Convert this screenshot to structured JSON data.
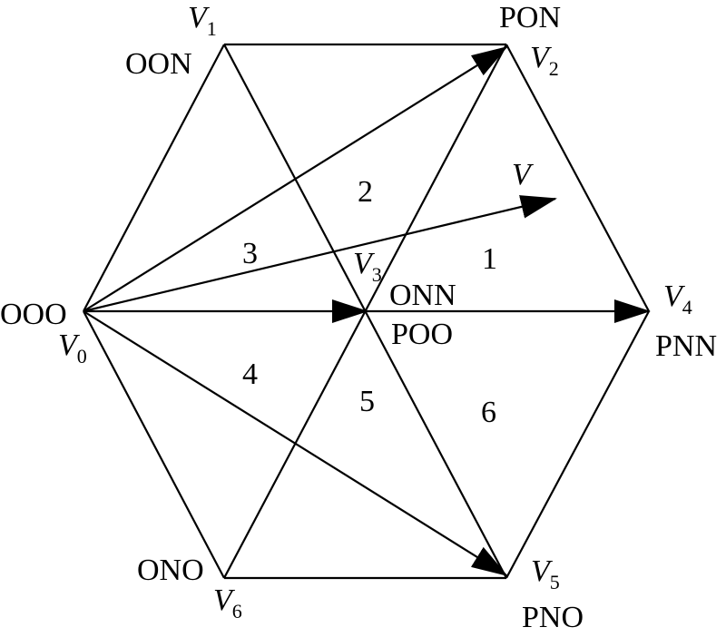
{
  "vertices": {
    "V0": {
      "symbol": "V",
      "sub": "0",
      "state": "OOO"
    },
    "V1": {
      "symbol": "V",
      "sub": "1",
      "state": "OON"
    },
    "V2": {
      "symbol": "V",
      "sub": "2",
      "state": "PON"
    },
    "V3": {
      "symbol": "V",
      "sub": "3",
      "state_top": "ONN",
      "state_bottom": "POO"
    },
    "V4": {
      "symbol": "V",
      "sub": "4",
      "state": "PNN"
    },
    "V5": {
      "symbol": "V",
      "sub": "5",
      "state": "PNO"
    },
    "V6": {
      "symbol": "V",
      "sub": "6",
      "state": "ONO"
    }
  },
  "reference_vector": {
    "symbol": "V"
  },
  "regions": [
    "1",
    "2",
    "3",
    "4",
    "5",
    "6"
  ]
}
